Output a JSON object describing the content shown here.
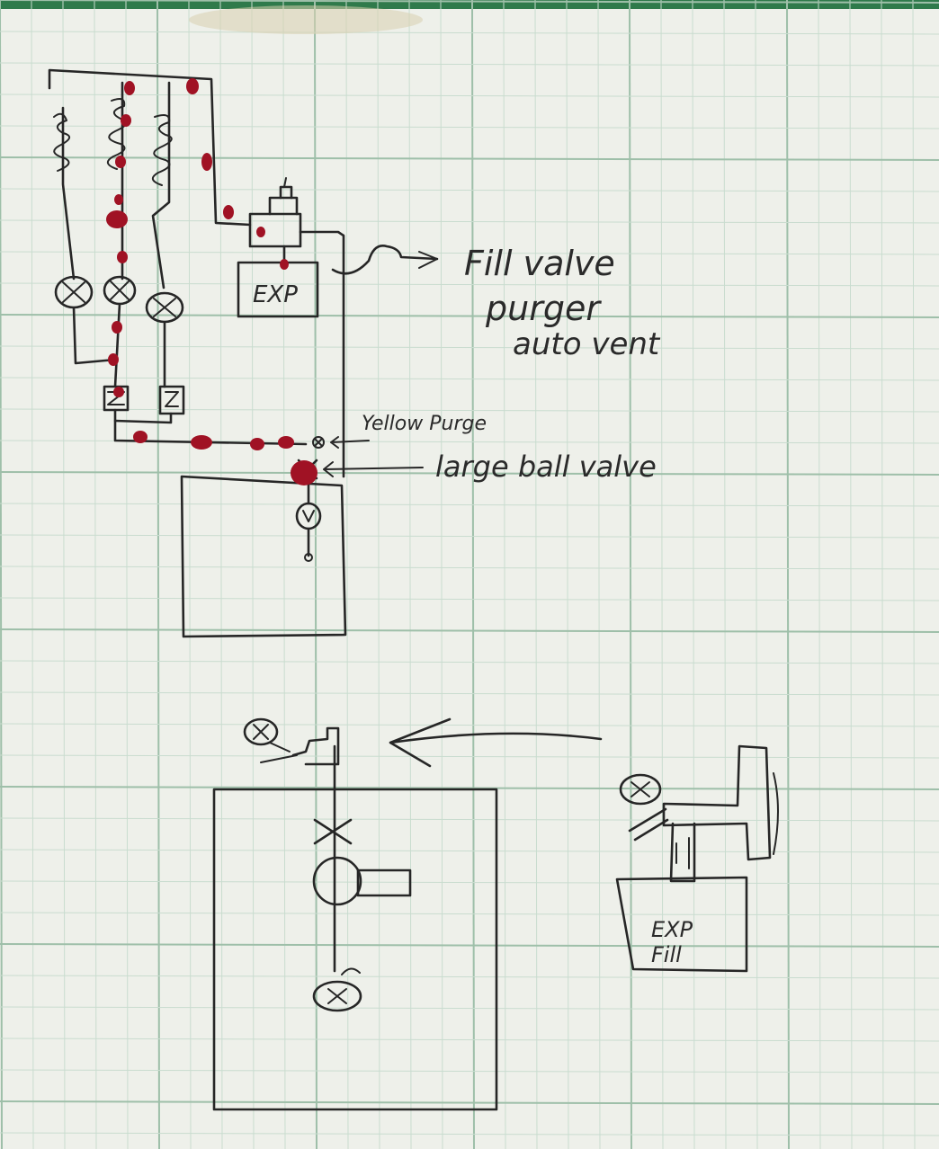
{
  "labels": {
    "fill_valve": "Fill valve",
    "purger": "purger",
    "auto_vent": "auto vent",
    "yellow_purge": "Yellow Purge",
    "large_ball_valve": "large ball valve",
    "exp_top": "EXP",
    "exp_fill_line1": "EXP",
    "exp_fill_line2": "Fill"
  },
  "colors": {
    "paper": "#eef0ea",
    "grid_minor": "#c9dccf",
    "grid_major": "#9ebfa9",
    "ink": "#262626",
    "red_marker": "#a01224",
    "top_band": "#2f7a4b"
  }
}
